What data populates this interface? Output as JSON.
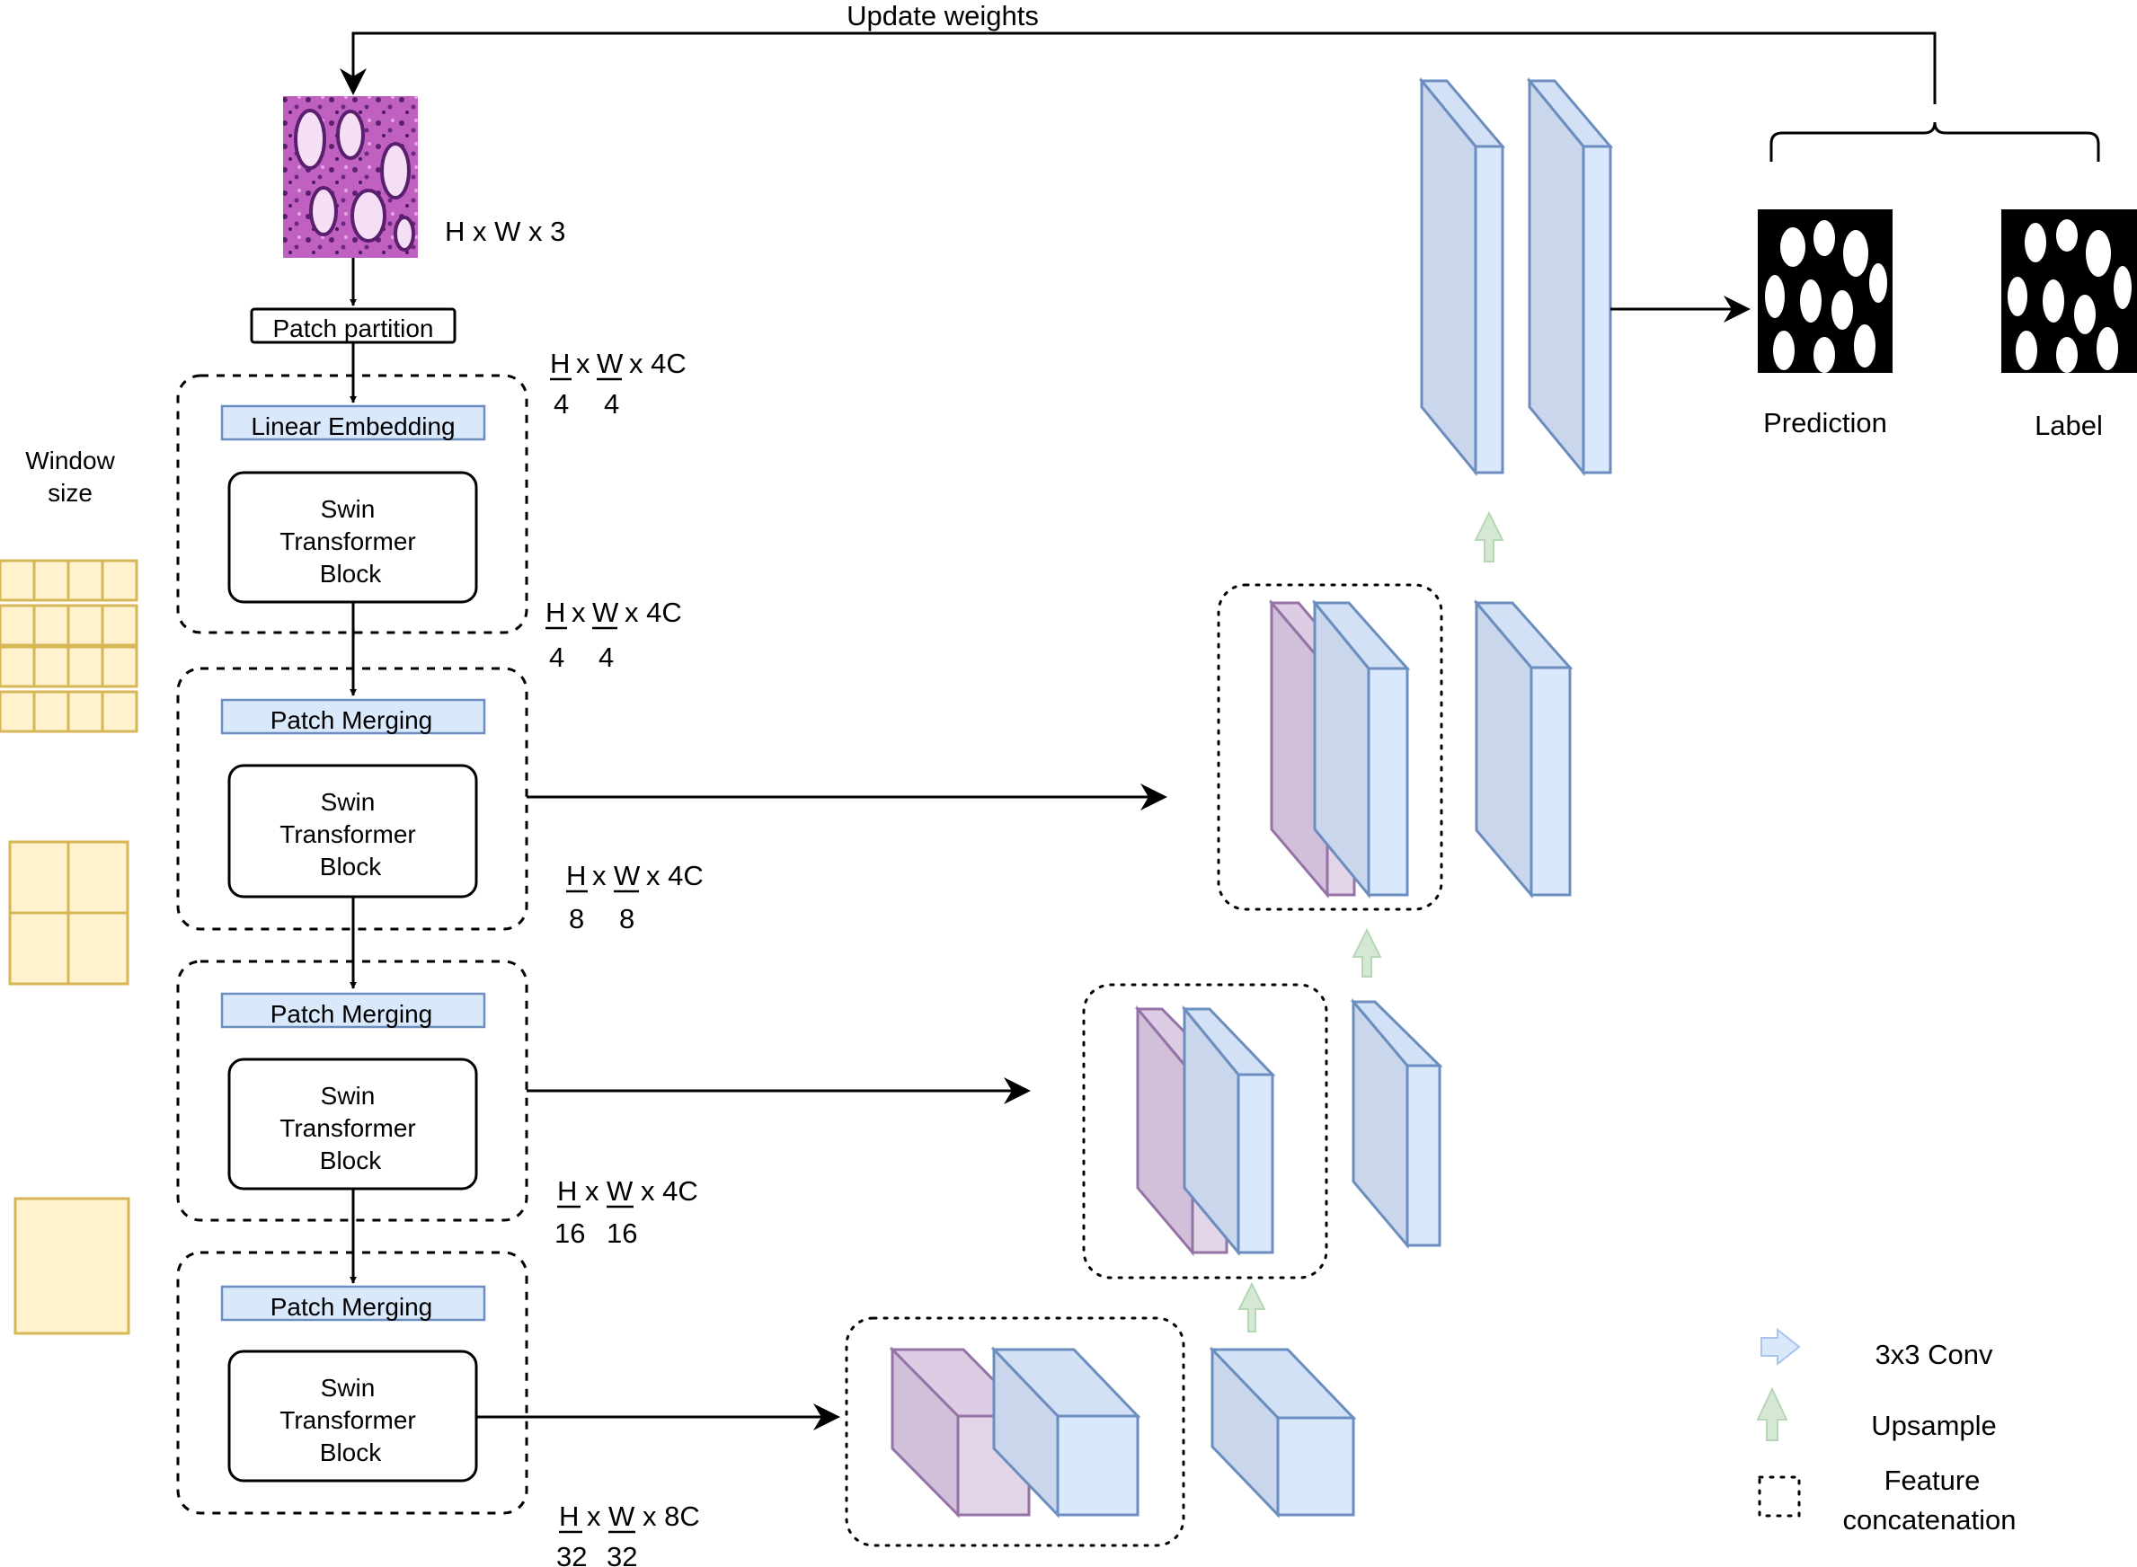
{
  "feedback": {
    "update_label": "Update weights"
  },
  "input": {
    "dims": "H x W x 3"
  },
  "encoder": {
    "patch_partition": "Patch partition",
    "linear_embedding": "Linear Embedding",
    "patch_merging": "Patch Merging",
    "swin_line1": "Swin",
    "swin_line2": "Transformer",
    "swin_line3": "Block"
  },
  "dims": [
    {
      "num1": "H",
      "num2": "W",
      "suffix": "x 4C",
      "den1": "4",
      "den2": "4"
    },
    {
      "num1": "H",
      "num2": "W",
      "suffix": "x 4C",
      "den1": "4",
      "den2": "4"
    },
    {
      "num1": "H",
      "num2": "W",
      "suffix": "x 4C",
      "den1": "8",
      "den2": "8"
    },
    {
      "num1": "H",
      "num2": "W",
      "suffix": "x 4C",
      "den1": "16",
      "den2": "16"
    },
    {
      "num1": "H",
      "num2": "W",
      "suffix": "x 8C",
      "den1": "32",
      "den2": "32"
    }
  ],
  "window": {
    "line1": "Window",
    "line2": "size"
  },
  "outputs": {
    "prediction": "Prediction",
    "label": "Label"
  },
  "legend": {
    "conv": "3x3 Conv",
    "upsample": "Upsample",
    "concat_line1": "Feature",
    "concat_line2": "concatenation"
  },
  "colors": {
    "blue_fill": "#dae8fc",
    "blue_stroke": "#6c8ebf",
    "purple_fill": "#e1d5e7",
    "purple_stroke": "#9673a6",
    "green_fill": "#d5e8d4",
    "yellow_fill": "#fff2cc",
    "yellow_stroke": "#d6b656"
  }
}
